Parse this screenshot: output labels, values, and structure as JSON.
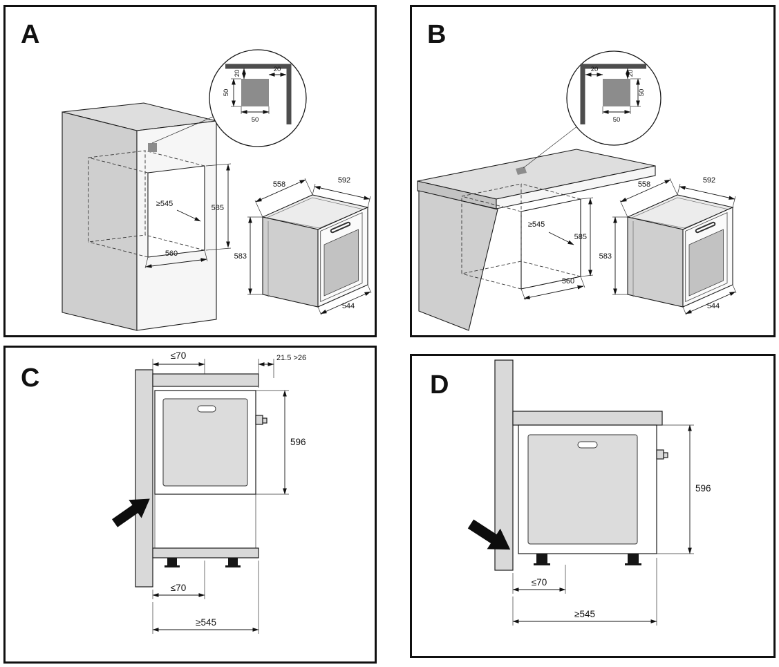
{
  "figure": {
    "type": "appliance-installation-diagram",
    "description": "Built-in oven installation dimension drawings",
    "accent_gray": "#d9d9d9",
    "line_color": "#111111"
  },
  "panels": {
    "a": {
      "label": "A",
      "detail": {
        "gap_top": "20",
        "gap_side": "20",
        "square_h": "50",
        "square_w": "50"
      },
      "niche": {
        "width": "≥545",
        "height": "585",
        "depth": "560"
      },
      "oven": {
        "depth": "558",
        "width": "592",
        "height": "583",
        "front_width": "544"
      }
    },
    "b": {
      "label": "B",
      "detail": {
        "gap_top": "20",
        "gap_side": "20",
        "square_h": "50",
        "square_w": "50"
      },
      "niche": {
        "width": "≥545",
        "height": "585",
        "depth": "560"
      },
      "oven": {
        "depth": "558",
        "width": "592",
        "height": "583",
        "front_width": "544"
      }
    },
    "c": {
      "label": "C",
      "dims": {
        "rear_clearance_top": "≤70",
        "front_offset": "21.5 >26",
        "oven_height": "596",
        "rear_clearance_bottom": "≤70",
        "niche_depth": "≥545"
      }
    },
    "d": {
      "label": "D",
      "dims": {
        "oven_height": "596",
        "rear_clearance_bottom": "≤70",
        "niche_depth": "≥545"
      }
    }
  }
}
